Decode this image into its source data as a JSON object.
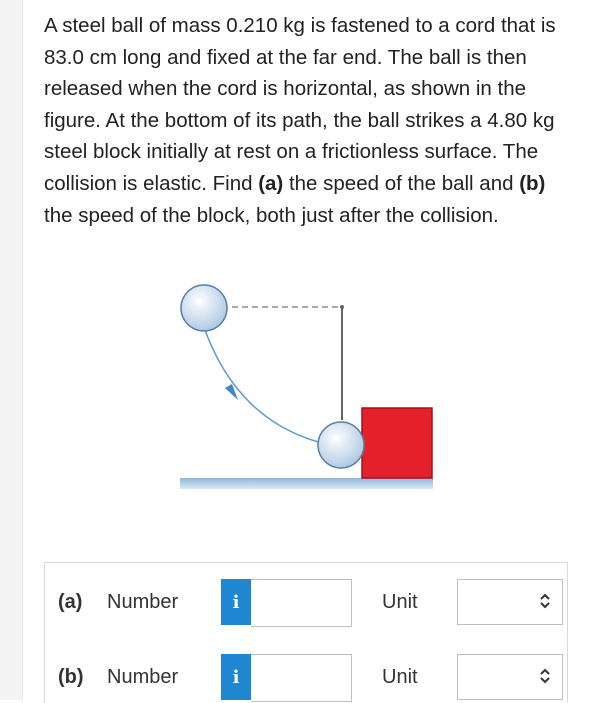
{
  "question": {
    "text_before_a": "A steel ball of mass 0.210 kg is fastened to a cord that is 83.0 cm long and fixed at the far end. The ball is then released when the cord is horizontal, as shown in the figure. At the bottom of its path, the ball strikes a 4.80 kg steel block initially at rest on a frictionless surface. The collision is elastic. Find ",
    "part_a_marker": "(a)",
    "text_between": " the speed of the ball and ",
    "part_b_marker": "(b)",
    "text_after_b": " the speed of the block, both just after the collision."
  },
  "figure": {
    "colors": {
      "ball_fill": "#c7dcf0",
      "ball_stroke": "#5d7fa3",
      "block_fill": "#e4202a",
      "block_stroke": "#a01419",
      "path_stroke": "#5a9ad2",
      "surface_fill": "#b6d2e8",
      "cord_stroke": "#666666"
    }
  },
  "answers": {
    "rows": [
      {
        "part": "(a)",
        "number_label": "Number",
        "info_icon": "i",
        "number_value": "",
        "unit_label": "Unit",
        "unit_value": ""
      },
      {
        "part": "(b)",
        "number_label": "Number",
        "info_icon": "i",
        "number_value": "",
        "unit_label": "Unit",
        "unit_value": ""
      }
    ],
    "colors": {
      "info_button": "#1f87d1"
    }
  }
}
